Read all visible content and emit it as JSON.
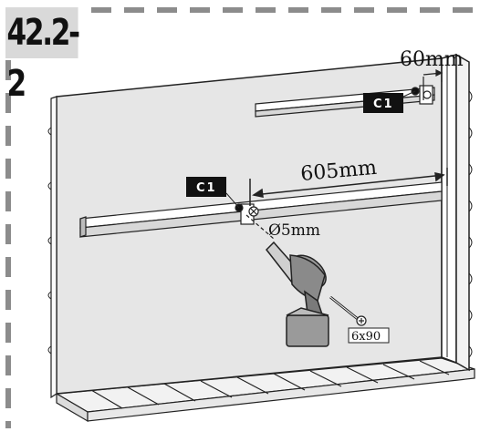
{
  "step": {
    "number": "42.2-2"
  },
  "dimensions": {
    "top_offset": "60mm",
    "rail_spacing": "605mm",
    "drill_bit": "Ø5mm"
  },
  "labels": {
    "clip_upper": "C1",
    "clip_lower": "C1",
    "screw_size": "6x90"
  },
  "colors": {
    "frame_dash": "#8c8c8c",
    "panel": "#e6e6e6",
    "tag_bg": "#111111",
    "drill_body": "#999999"
  }
}
